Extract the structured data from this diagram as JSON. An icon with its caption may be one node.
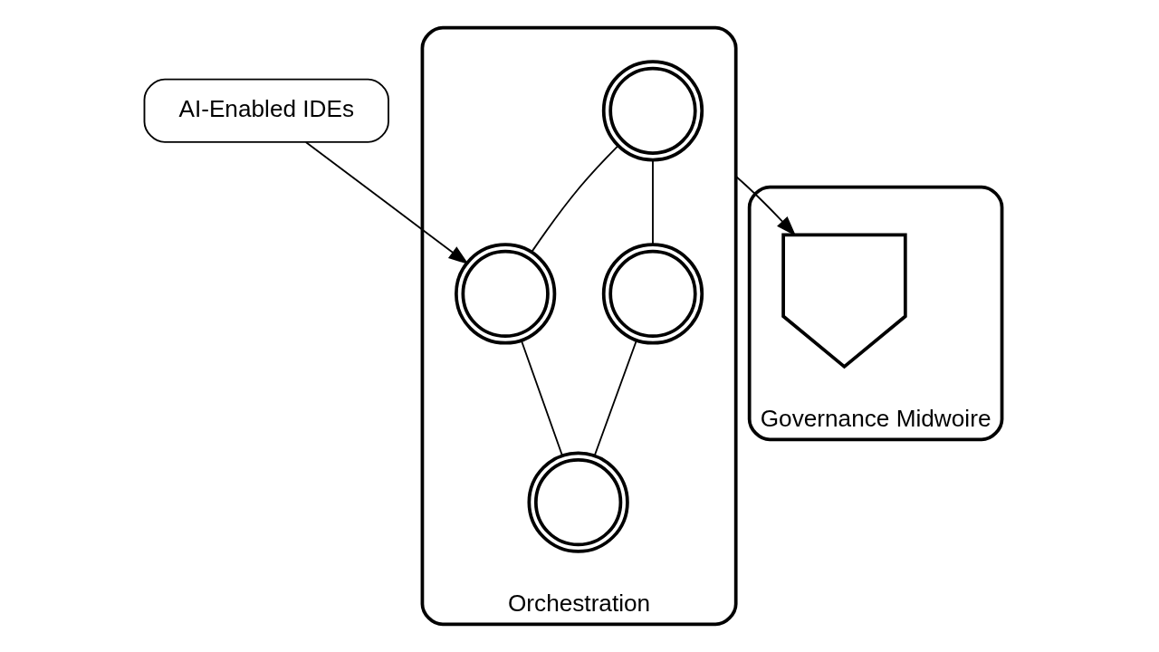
{
  "diagram": {
    "nodes": [
      {
        "text": [
          "AI-Enabled IDEs"
        ]
      },
      {
        "text": [
          "Orchestration"
        ]
      },
      {
        "text": [],
        "shape": "gear",
        "in": 1
      },
      {
        "text": [],
        "shape": "gear",
        "in": 1
      },
      {
        "text": [],
        "shape": "gear",
        "in": 1
      },
      {
        "text": [],
        "shape": "gear",
        "in": 1
      },
      {
        "text": [
          "Governance Midwoire"
        ]
      },
      {
        "text": [],
        "shape": "shield",
        "in": 6
      }
    ],
    "edges": [
      {
        "from": 0,
        "to": 3,
        "arrow": "to"
      },
      {
        "from": 2,
        "to": 3,
        "arrow": "none"
      },
      {
        "from": 2,
        "to": 4,
        "arrow": "none"
      },
      {
        "from": 3,
        "to": 5,
        "arrow": "none"
      },
      {
        "from": 4,
        "to": 5,
        "arrow": "none"
      },
      {
        "from": 1,
        "to": 7,
        "arrow": "to"
      }
    ]
  }
}
